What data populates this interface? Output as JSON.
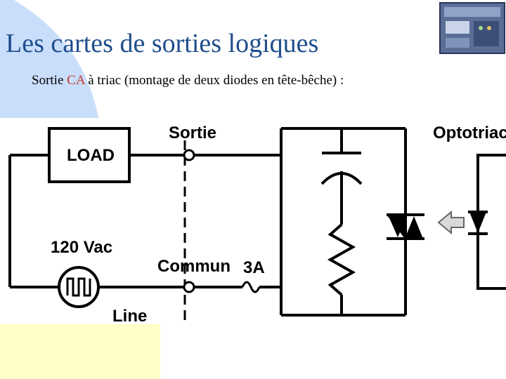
{
  "title": "Les cartes de sorties logiques",
  "subtitle": {
    "prefix": "Sortie ",
    "highlight": "CA",
    "suffix": " à triac (montage de deux diodes en tête-bêche) :"
  },
  "diagram": {
    "load_label": "LOAD",
    "sortie_label": "Sortie",
    "optotriac_label": "Optotriac",
    "source_label": "120 Vac",
    "commun_label": "Commun",
    "fuse_label": "3A",
    "line_label": "Line"
  },
  "colors": {
    "title": "#1f4e8c",
    "highlight": "#c0392b",
    "corner_blue": "#c9defa",
    "corner_yellow": "#ffffc8"
  }
}
